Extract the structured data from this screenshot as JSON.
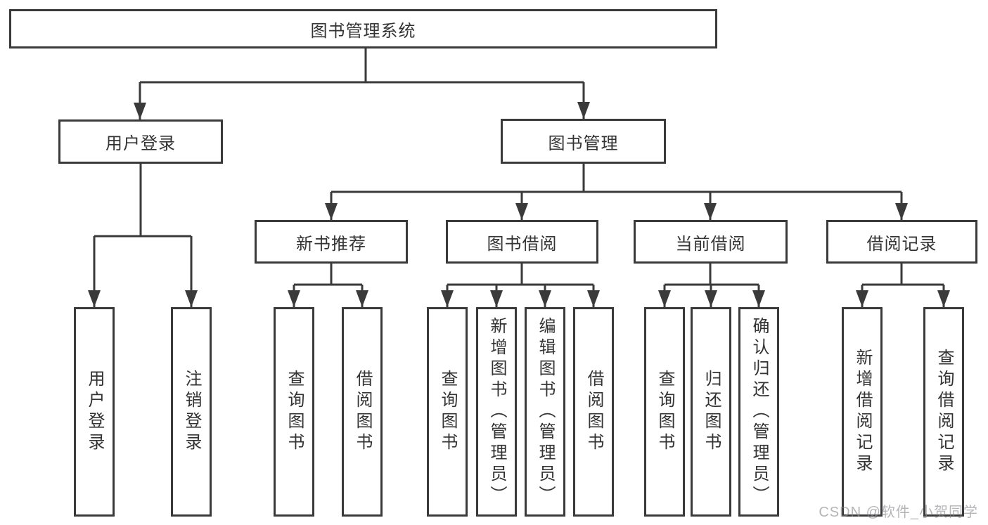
{
  "tree": {
    "root": {
      "label": "图书管理系统"
    },
    "user_login": {
      "label": "用户登录",
      "leaves": [
        {
          "label": "用户登录"
        },
        {
          "label": "注销登录"
        }
      ]
    },
    "book_mgmt": {
      "label": "图书管理",
      "groups": [
        {
          "label": "新书推荐",
          "leaves": [
            {
              "label": "查询图书"
            },
            {
              "label": "借阅图书"
            }
          ]
        },
        {
          "label": "图书借阅",
          "leaves": [
            {
              "label": "查询图书"
            },
            {
              "label": "新增图书（管理员）"
            },
            {
              "label": "编辑图书（管理员）"
            },
            {
              "label": "借阅图书"
            }
          ]
        },
        {
          "label": "当前借阅",
          "leaves": [
            {
              "label": "查询图书"
            },
            {
              "label": "归还图书"
            },
            {
              "label": "确认归还（管理员）"
            }
          ]
        },
        {
          "label": "借阅记录",
          "leaves": [
            {
              "label": "新增借阅记录"
            },
            {
              "label": "查询借阅记录"
            }
          ]
        }
      ]
    }
  },
  "watermark": {
    "text": "CSDN @软件_小贺同学"
  },
  "colors": {
    "line": "#3a3a3a",
    "text": "#333333",
    "background": "#ffffff",
    "watermark": "#88888c"
  }
}
